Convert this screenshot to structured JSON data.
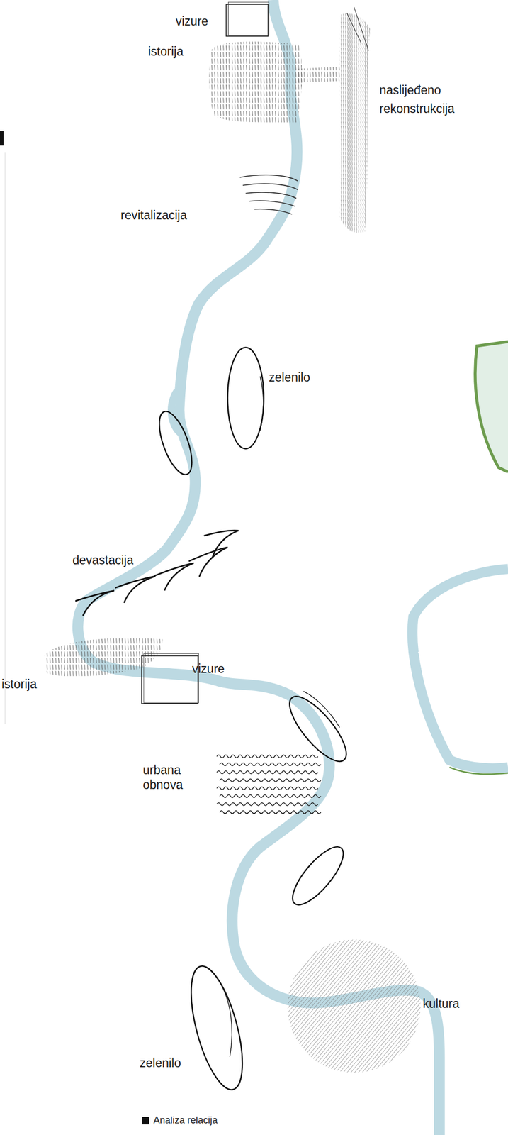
{
  "diagram": {
    "labels": [
      "vizure",
      "istorija",
      "naslijeđeno",
      "rekonstrukcija",
      "revitalizacija",
      "zelenilo",
      "devastacija",
      "vizure",
      "istorija",
      "urbana obnova",
      "kultura",
      "zelenilo"
    ],
    "legend": [
      {
        "text": "Analiza relacija",
        "color": "#111111"
      }
    ]
  }
}
